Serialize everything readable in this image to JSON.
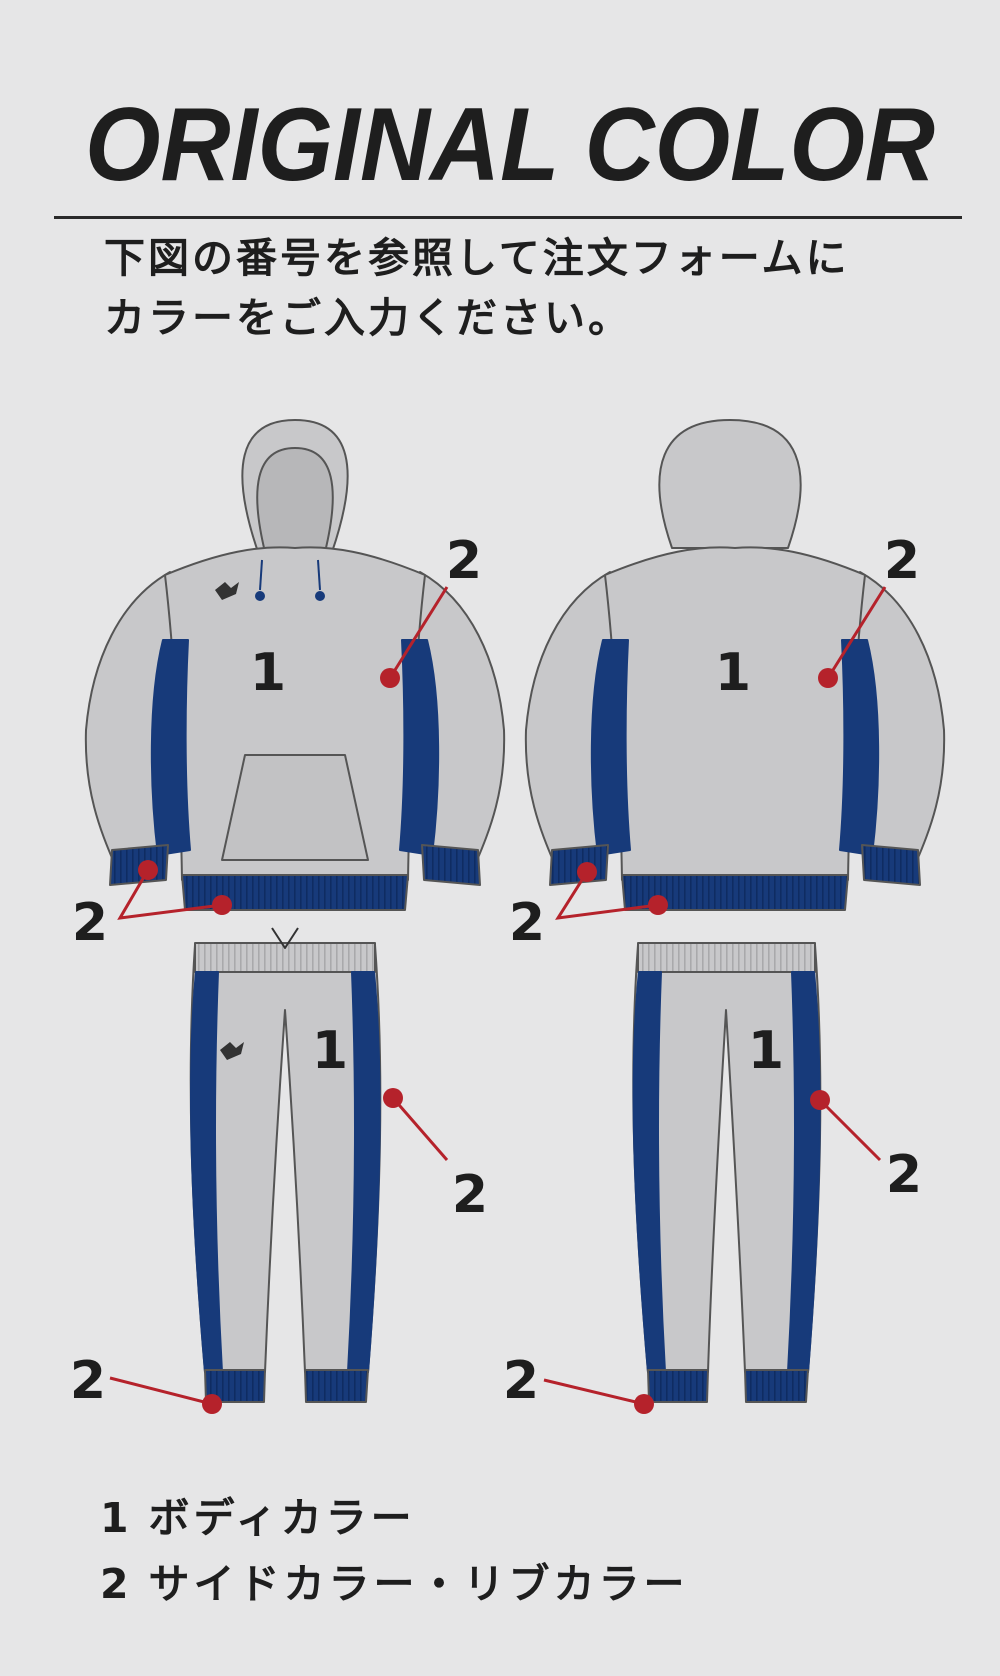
{
  "header": {
    "title": "ORIGINAL COLOR",
    "instruction_line1": "下図の番号を参照して注文フォームに",
    "instruction_line2": "カラーをご入力ください。"
  },
  "colors": {
    "background": "#e6e6e7",
    "body_gray": "#c8c8ca",
    "side_navy": "#173a7a",
    "marker_red": "#b5222b",
    "text": "#1e1e1e"
  },
  "diagram": {
    "front_hoodie_body": "1",
    "front_hoodie_side": "2",
    "front_hoodie_rib": "2",
    "back_hoodie_body": "1",
    "back_hoodie_side": "2",
    "back_hoodie_rib": "2",
    "front_pants_body": "1",
    "front_pants_side": "2",
    "front_pants_rib": "2",
    "back_pants_body": "1",
    "back_pants_side": "2",
    "back_pants_rib": "2"
  },
  "legend": [
    {
      "number": "1",
      "label": "ボディカラー"
    },
    {
      "number": "2",
      "label": "サイドカラー・リブカラー"
    }
  ]
}
